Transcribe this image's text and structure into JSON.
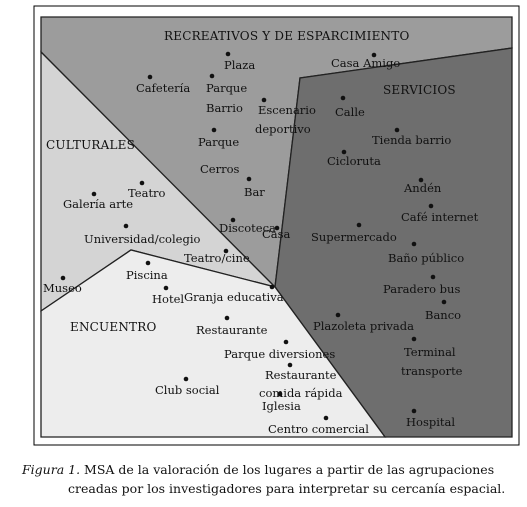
{
  "colors": {
    "recreativos": "#9c9c9c",
    "servicios": "#6e6e6e",
    "culturales": "#d4d4d4",
    "encuentro": "#ededed",
    "frame": "#000000"
  },
  "groups": [
    {
      "id": "recreativos",
      "label": "RECREATIVOS Y DE ESPARCIMIENTO"
    },
    {
      "id": "servicios",
      "label": "SERVICIOS"
    },
    {
      "id": "culturales",
      "label": "CULTURALES"
    },
    {
      "id": "encuentro",
      "label": "ENCUENTRO"
    }
  ],
  "places": [
    {
      "label": "Plaza"
    },
    {
      "label": "Casa Amigo"
    },
    {
      "label": "Cafetería"
    },
    {
      "label": "Parque"
    },
    {
      "label": "Barrio"
    },
    {
      "label": "Escenario"
    },
    {
      "label": "deportivo"
    },
    {
      "label": "Calle"
    },
    {
      "label": "Parque"
    },
    {
      "label": "Cerros"
    },
    {
      "label": "Tienda barrio"
    },
    {
      "label": "Cicloruta"
    },
    {
      "label": "Bar"
    },
    {
      "label": "Andén"
    },
    {
      "label": "Teatro"
    },
    {
      "label": "Galería arte"
    },
    {
      "label": "Café internet"
    },
    {
      "label": "Discoteca"
    },
    {
      "label": "Casa"
    },
    {
      "label": "Supermercado"
    },
    {
      "label": "Universidad/colegio"
    },
    {
      "label": "Baño público"
    },
    {
      "label": "Teatro/cine"
    },
    {
      "label": "Piscina"
    },
    {
      "label": "Paradero bus"
    },
    {
      "label": "Museo"
    },
    {
      "label": "Hotel"
    },
    {
      "label": "Granja educativa"
    },
    {
      "label": "Banco"
    },
    {
      "label": "Plazoleta privada"
    },
    {
      "label": "Restaurante"
    },
    {
      "label": "Terminal"
    },
    {
      "label": "transporte"
    },
    {
      "label": "Parque diversiones"
    },
    {
      "label": "Restaurante"
    },
    {
      "label": "comida rápida"
    },
    {
      "label": "Club social"
    },
    {
      "label": "Iglesia"
    },
    {
      "label": "Hospital"
    },
    {
      "label": "Centro comercial"
    }
  ],
  "caption": {
    "figure_label": "Figura 1.",
    "line1": " MSA de la valoración de los lugares a partir de las agrupaciones",
    "line2": "creadas por los investigadores  para interpretar su cercanía espacial."
  }
}
